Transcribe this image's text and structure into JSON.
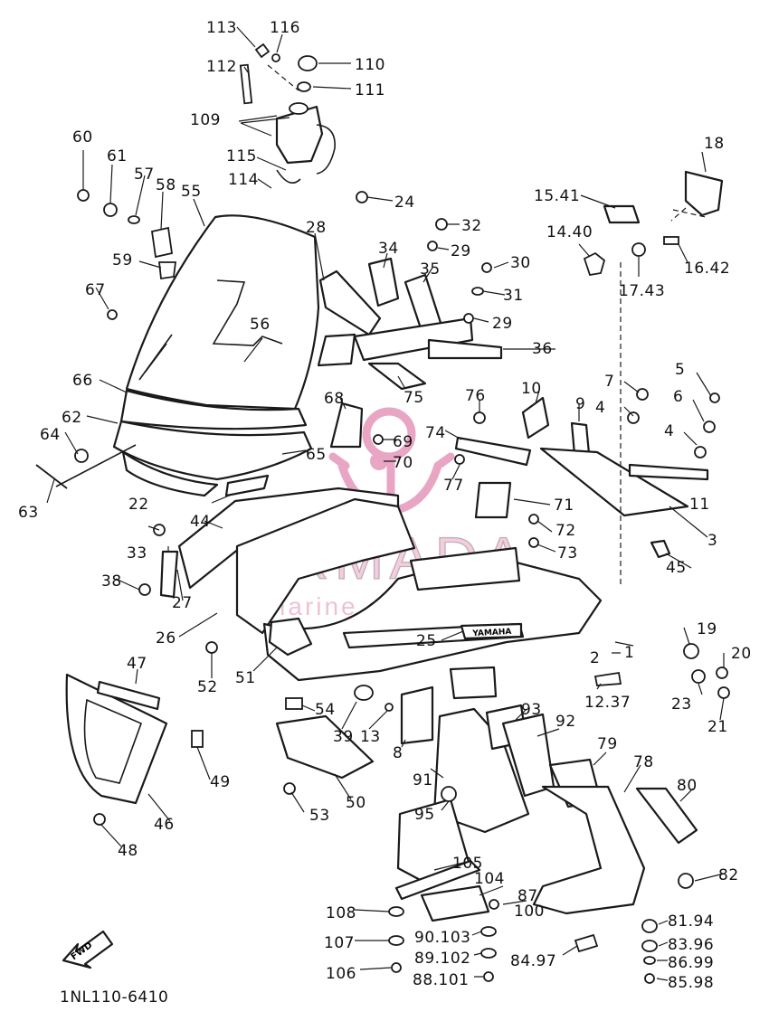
{
  "diagram": {
    "code": "1NL110-6410",
    "fwd_label": "FWD",
    "brand_mark": "YAMAHA"
  },
  "watermark": {
    "title": "ARMADA",
    "subtitle": "marine outboards",
    "color": "#e8a6c4"
  },
  "callouts": [
    "113",
    "116",
    "110",
    "112",
    "111",
    "109",
    "115",
    "114",
    "60",
    "61",
    "57",
    "58",
    "55",
    "24",
    "18",
    "15.41",
    "32",
    "14.40",
    "29",
    "28",
    "34",
    "16.42",
    "30",
    "59",
    "35",
    "17.43",
    "31",
    "67",
    "56",
    "29",
    "36",
    "7",
    "5",
    "66",
    "75",
    "10",
    "76",
    "6",
    "68",
    "9",
    "4",
    "62",
    "74",
    "4",
    "69",
    "64",
    "65",
    "70",
    "77",
    "11",
    "63",
    "71",
    "44",
    "22",
    "72",
    "3",
    "73",
    "33",
    "45",
    "38",
    "27",
    "26",
    "19",
    "25",
    "2",
    "1",
    "20",
    "52",
    "51",
    "47",
    "12.37",
    "23",
    "21",
    "54",
    "39",
    "13",
    "93",
    "92",
    "8",
    "79",
    "49",
    "78",
    "91",
    "80",
    "53",
    "50",
    "95",
    "46",
    "48",
    "105",
    "82",
    "104",
    "87",
    "81.94",
    "108",
    "100",
    "107",
    "90.103",
    "83.96",
    "89.102",
    "84.97",
    "86.99",
    "106",
    "88.101",
    "85.98"
  ]
}
